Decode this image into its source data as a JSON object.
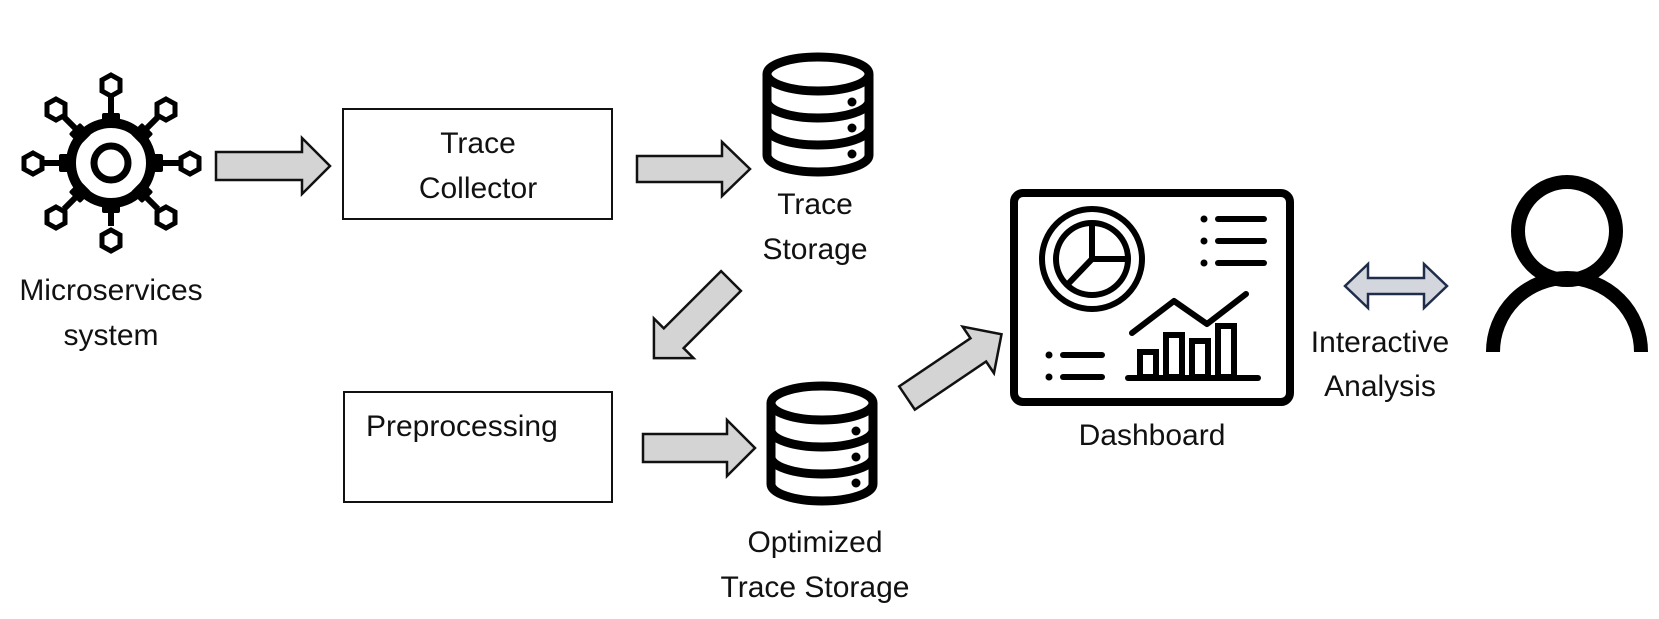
{
  "nodes": {
    "microservices": {
      "line1": "Microservices",
      "line2": "system"
    },
    "trace_collector": {
      "line1": "Trace",
      "line2": "Collector"
    },
    "trace_storage": {
      "line1": "Trace",
      "line2": "Storage"
    },
    "preprocessing": {
      "label": "Preprocessing"
    },
    "optimized_storage": {
      "line1": "Optimized",
      "line2": "Trace Storage"
    },
    "dashboard": {
      "label": "Dashboard"
    },
    "interactive_analysis": {
      "line1": "Interactive",
      "line2": "Analysis"
    }
  },
  "icons": {
    "microservices": "gear-network-icon",
    "trace_storage": "database-icon",
    "optimized_storage": "database-icon",
    "dashboard": "dashboard-icon",
    "user": "user-icon"
  },
  "colors": {
    "arrow_fill": "#d4d4d4",
    "bidir_arrow_fill": "#d3d6dd",
    "bidir_arrow_stroke": "#1f2d4a",
    "ink": "#000000"
  }
}
